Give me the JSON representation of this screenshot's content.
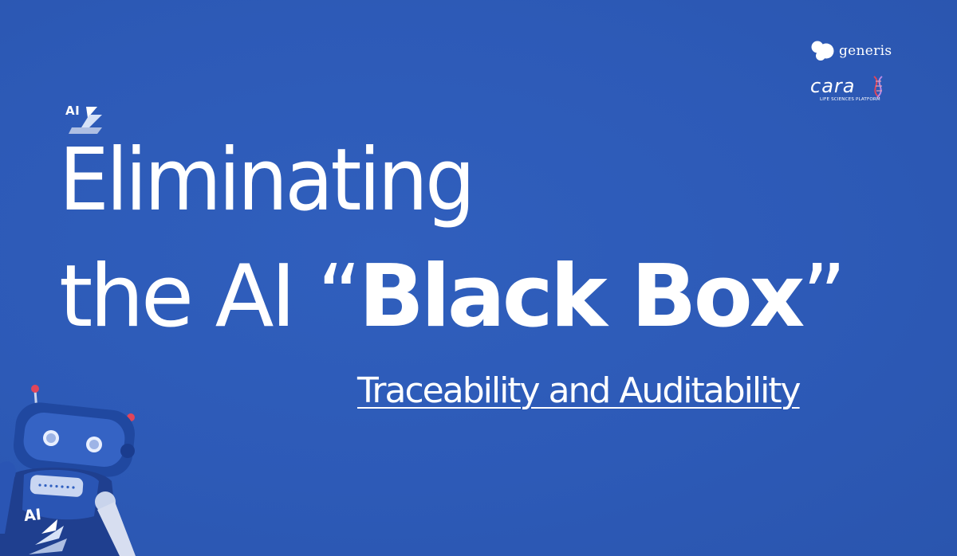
{
  "headline": {
    "line1": "Eliminating",
    "line2_prefix": "the AI “",
    "line2_bold": "Black Box",
    "line2_suffix": "”"
  },
  "subtitle": "Traceability and Auditability",
  "ai_mark": {
    "label": "AI"
  },
  "logos": {
    "generis": "generis",
    "cara": "cara",
    "cara_tagline": "LIFE SCIENCES PLATFORM"
  },
  "robot": {
    "chest_label": "AI"
  },
  "colors": {
    "background": "#2d5bb9",
    "text": "#ffffff",
    "robot_body": "#1f3f8f",
    "robot_accent": "#e0455a"
  }
}
